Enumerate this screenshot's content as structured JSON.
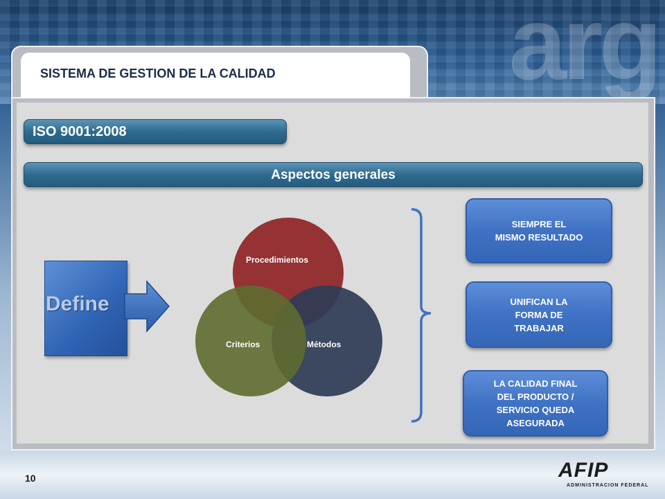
{
  "header": {
    "title": "SISTEMA DE GESTION DE LA CALIDAD",
    "watermark": "arg"
  },
  "standard": {
    "label": "ISO 9001:2008"
  },
  "section": {
    "label": "Aspectos generales"
  },
  "diagram": {
    "define_label": "Define",
    "circles": [
      {
        "label": "Procedimientos",
        "color": "#953234"
      },
      {
        "label": "Criterios",
        "color": "#5e6b30"
      },
      {
        "label": "Métodos",
        "color": "#2e3b55"
      }
    ]
  },
  "results": [
    {
      "text": "SIEMPRE EL\nMISMO RESULTADO"
    },
    {
      "text": "UNIFICAN LA\nFORMA DE\nTRABAJAR"
    },
    {
      "text": "LA CALIDAD FINAL\nDEL PRODUCTO /\nSERVICIO QUEDA\nASEGURADA"
    }
  ],
  "footer": {
    "page_number": "10",
    "logo_text": "AFIP",
    "logo_subtitle": "ADMINISTRACION FEDERAL"
  },
  "colors": {
    "accent": "#2e6b8f",
    "pill": "#3f72c4",
    "panel": "#dcdcdc"
  }
}
